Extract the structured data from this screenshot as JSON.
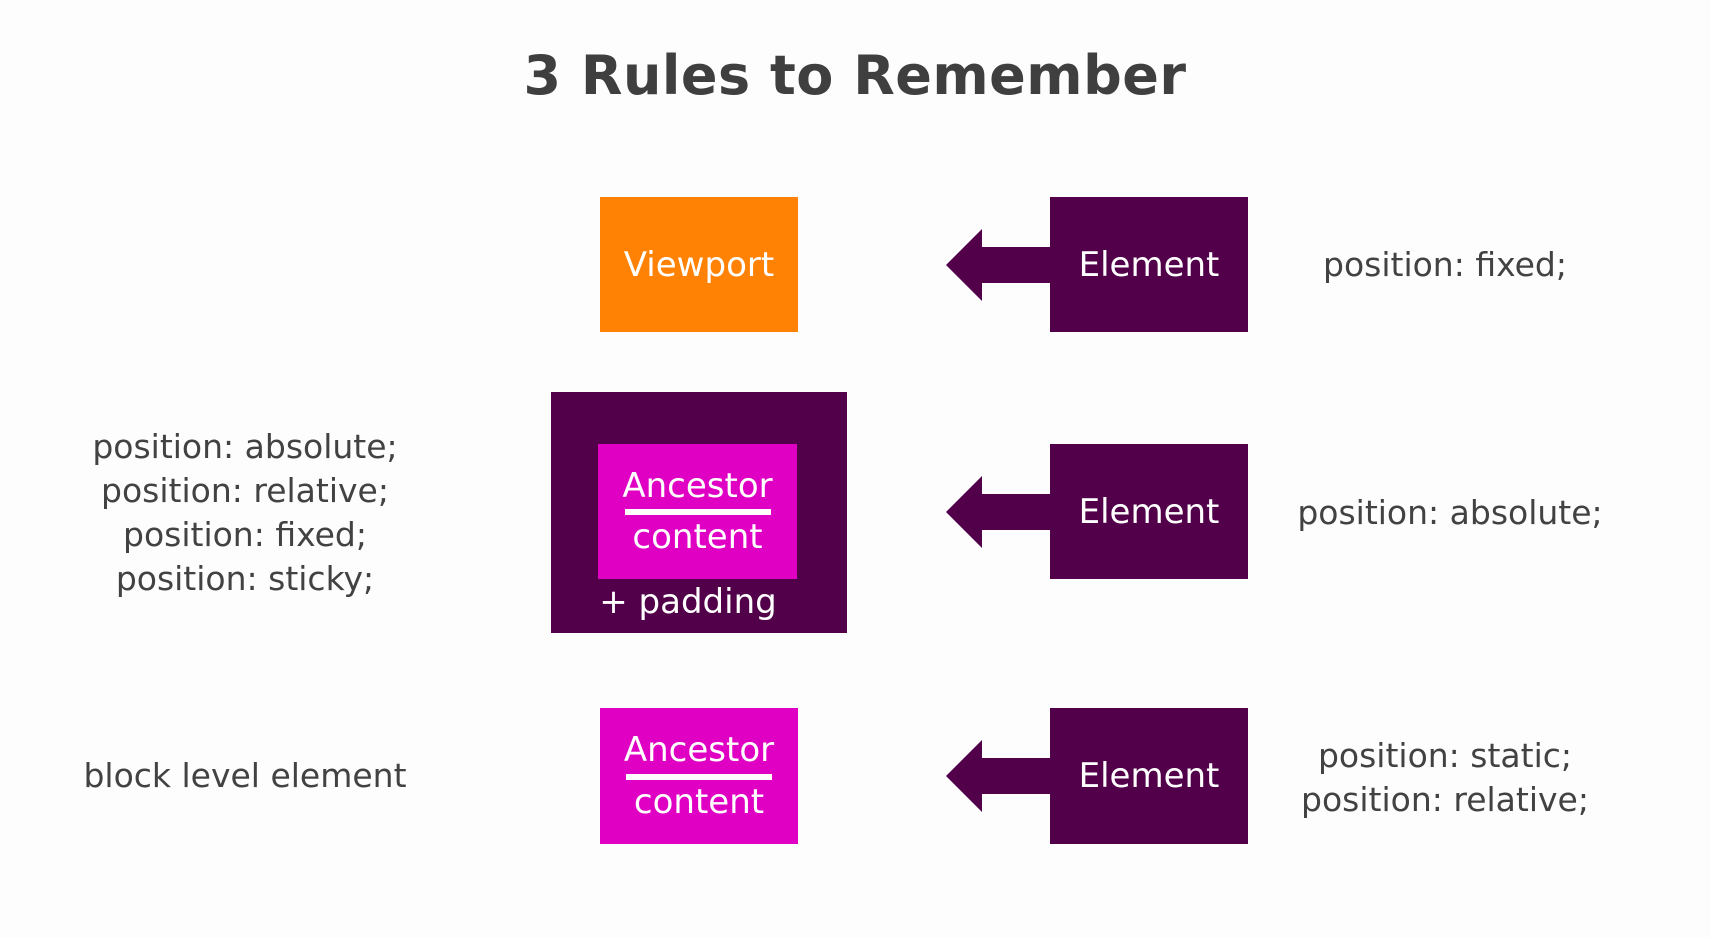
{
  "title": "3 Rules to Remember",
  "colors": {
    "viewport": "#ff8205",
    "element": "#52004a",
    "ancestor": "#e000c4",
    "text": "#424242"
  },
  "rows": [
    {
      "container": "Viewport",
      "element": "Element",
      "right_lines": [
        "position: fixed;"
      ],
      "left_lines": []
    },
    {
      "container_top": "Ancestor",
      "container_bottom": "content",
      "container_extra": "+ padding",
      "element": "Element",
      "right_lines": [
        "position: absolute;"
      ],
      "left_lines": [
        "position: absolute;",
        "position: relative;",
        "position: fixed;",
        "position: sticky;"
      ]
    },
    {
      "container_top": "Ancestor",
      "container_bottom": "content",
      "element": "Element",
      "right_lines": [
        "position: static;",
        "position: relative;"
      ],
      "left_lines": [
        "block level element"
      ]
    }
  ]
}
